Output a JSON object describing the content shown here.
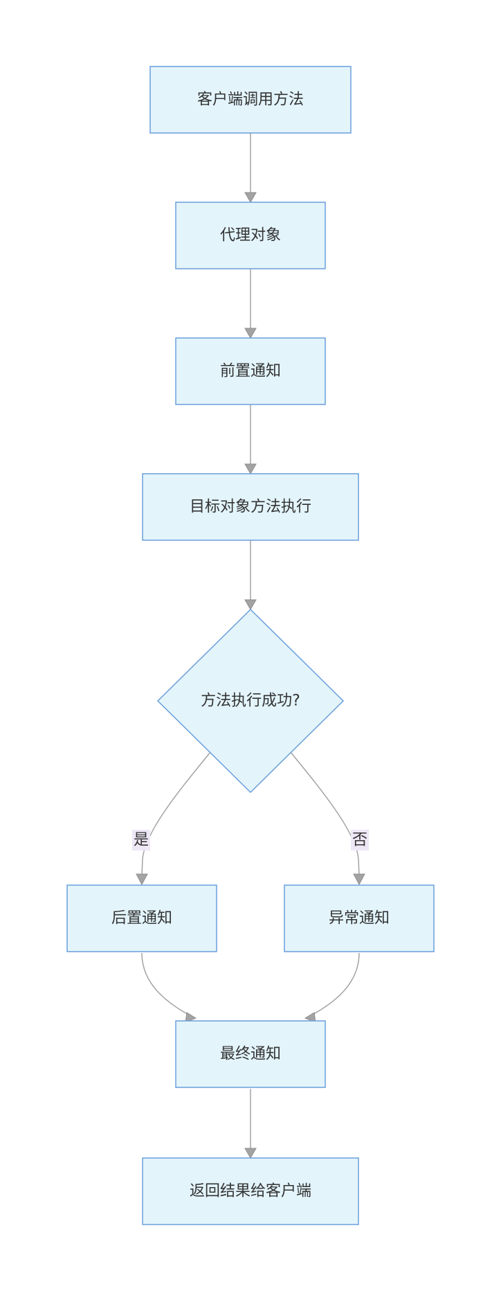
{
  "diagram": {
    "nodes": {
      "client_call": "客户端调用方法",
      "proxy": "代理对象",
      "before_advice": "前置通知",
      "target_exec": "目标对象方法执行",
      "decision": "方法执行成功?",
      "after_returning": "后置通知",
      "after_throwing": "异常通知",
      "after_finally": "最终通知",
      "return_result": "返回结果给客户端"
    },
    "edge_labels": {
      "yes": "是",
      "no": "否"
    },
    "colors": {
      "node_fill": "#e3f4fb",
      "node_border": "#6a9fdb",
      "edge": "#a3a3a3",
      "label_bg": "#ede7f6",
      "text": "#333333"
    }
  }
}
